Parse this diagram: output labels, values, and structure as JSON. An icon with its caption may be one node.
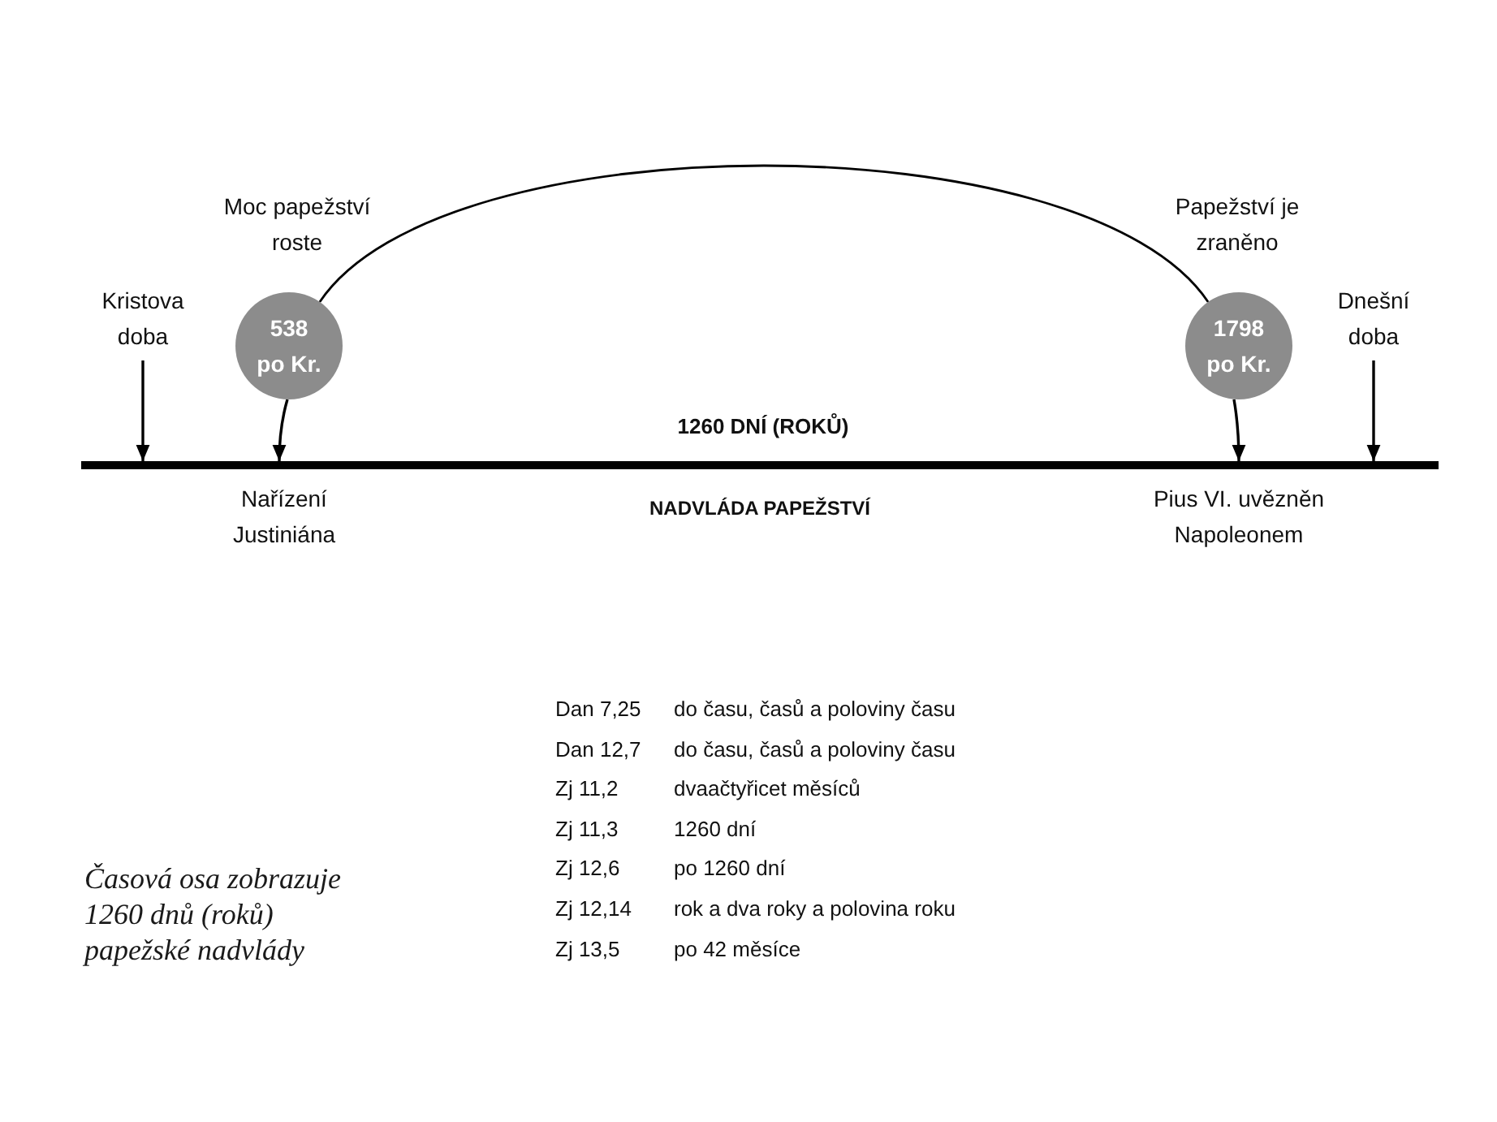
{
  "diagram": {
    "caption": "Časová osa zobrazuje 1260 dnů (roků) papežské nadvlády",
    "nodes": [
      {
        "text": [
          "Kristova doba"
        ]
      },
      {
        "text": [
          "538 po Kr."
        ],
        "beside": [
          "Moc papežství roste"
        ]
      },
      {
        "text": [
          "1798 po Kr."
        ],
        "beside": [
          "Papežství je zraněno"
        ]
      },
      {
        "text": [
          "Dnešní doba"
        ]
      },
      {
        "text": [],
        "shape": "bar"
      }
    ],
    "edges": [
      {
        "from": 0,
        "to": 4,
        "arrow": "to"
      },
      {
        "from": 1,
        "to": 2,
        "arrow": "none"
      },
      {
        "from": 1,
        "to": 4,
        "arrow": "to"
      },
      {
        "from": 2,
        "to": 4,
        "arrow": "to"
      },
      {
        "from": 3,
        "to": 4,
        "arrow": "to"
      }
    ],
    "labels": [
      "1260 DNÍ (ROKŮ)",
      "Nařízení Justiniána",
      "NADVLÁDA PAPEŽSTVÍ",
      "Pius VI. uvězněn Napoleonem",
      "Dan 7,25",
      "do času, časů a poloviny času",
      "Dan 12,7",
      "do času, časů a poloviny času",
      "Zj 11,2",
      "dvaačtyřicet měsíců",
      "Zj 11,3",
      "1260 dní",
      "Zj 12,6",
      "po 1260 dní",
      "Zj 12,14",
      "rok a dva roky a polovina roku",
      "Zj 13,5",
      "po 42 měsíce"
    ]
  }
}
